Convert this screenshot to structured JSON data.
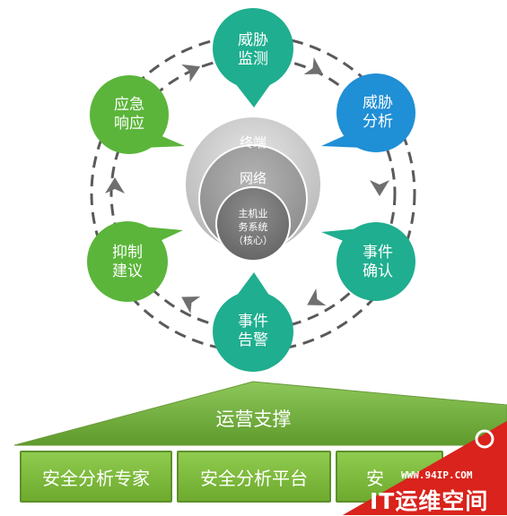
{
  "cycle": {
    "threat_monitoring": [
      "威胁",
      "监测"
    ],
    "threat_analysis": [
      "威胁",
      "分析"
    ],
    "event_confirmation": [
      "事件",
      "确认"
    ],
    "event_alert": [
      "事件",
      "告警"
    ],
    "suppression_advice": [
      "抑制",
      "建议"
    ],
    "emergency_response": [
      "应急",
      "响应"
    ]
  },
  "core": {
    "outer": "终端",
    "middle": "网络",
    "inner": [
      "主机业",
      "务系统",
      "（核心）"
    ]
  },
  "operations": {
    "title": "运营支撑",
    "items": [
      "安全分析专家",
      "安全分析平台",
      "安"
    ]
  },
  "watermark": {
    "url": "WWW.94IP.COM",
    "brand": "IT运维空间"
  },
  "colors": {
    "teal": "#1fae8f",
    "blue": "#1f8fd6",
    "green": "#5bb53a",
    "gray_outer": "#c7c7c7",
    "gray_middle": "#9e9e9e",
    "gray_inner": "#7a7a7a",
    "banner": "#6fa83a",
    "watermark_red": "#d9231c"
  }
}
